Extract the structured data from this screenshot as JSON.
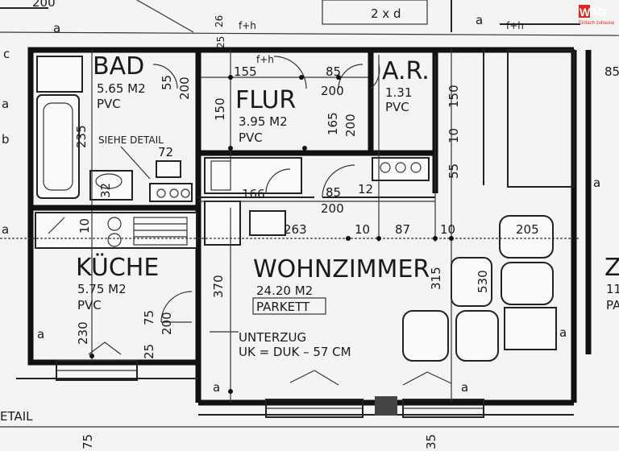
{
  "rooms": {
    "bad": {
      "name": "BAD",
      "area": "5.65 M2",
      "floor": "PVC"
    },
    "flur": {
      "name": "FLUR",
      "area": "3.95 M2",
      "floor": "PVC"
    },
    "ar": {
      "name": "A.R.",
      "area": "1.31",
      "floor": "PVC"
    },
    "kueche": {
      "name": "KÜCHE",
      "area": "5.75 M2",
      "floor": "PVC"
    },
    "wohnzimmer": {
      "name": "WOHNZIMMER",
      "area": "24.20 M2",
      "floor": "PARKETT"
    },
    "right_partial": {
      "name": "Z",
      "area": "11",
      "floor": "PA"
    }
  },
  "notes": {
    "siehe_detail": "SIEHE DETAIL",
    "unterzug_1": "UNTERZUG",
    "unterzug_2": "UK = DUK – 57 CM",
    "detail": "ETAIL",
    "top_label": "2 x d",
    "fh_1": "f+h",
    "fh_2": "f+h",
    "fh_3": "f+h"
  },
  "dimensions": {
    "d200_top": "200",
    "d155": "155",
    "d85_top": "85",
    "d200_flur": "200",
    "d150_flur": "150",
    "d165": "165",
    "d200_flur2": "200",
    "d55": "55",
    "d200_bad": "200",
    "d235": "235",
    "d72": "72",
    "d32": "32",
    "d166": "166",
    "d85_mid": "85",
    "d12": "12",
    "d200_mid": "200",
    "d263": "263",
    "d10_a": "10",
    "d87": "87",
    "d10_b": "10",
    "d205": "205",
    "d150_ar": "150",
    "d10_ar": "10",
    "d55_ar": "55",
    "d10_k": "10",
    "d370": "370",
    "d230": "230",
    "d75": "75",
    "d200_k": "200",
    "d25": "25",
    "d315": "315",
    "d530": "530",
    "d85_right": "85",
    "d26": "26",
    "d25_b": "25",
    "d75_bottom": "75",
    "d35_bottom": "35"
  },
  "marks": {
    "a1": "a",
    "a2": "a",
    "a3": "a",
    "a4": "a",
    "a5": "a",
    "a6": "a",
    "a7": "a",
    "a8": "a",
    "a9": "a",
    "b1": "b",
    "c1": "c"
  },
  "logo": {
    "text": "WAG",
    "tag": "Einfach zuhause"
  },
  "colors": {
    "ink": "#111111",
    "paper": "#f4f4f2",
    "logo": "#e0261e"
  }
}
